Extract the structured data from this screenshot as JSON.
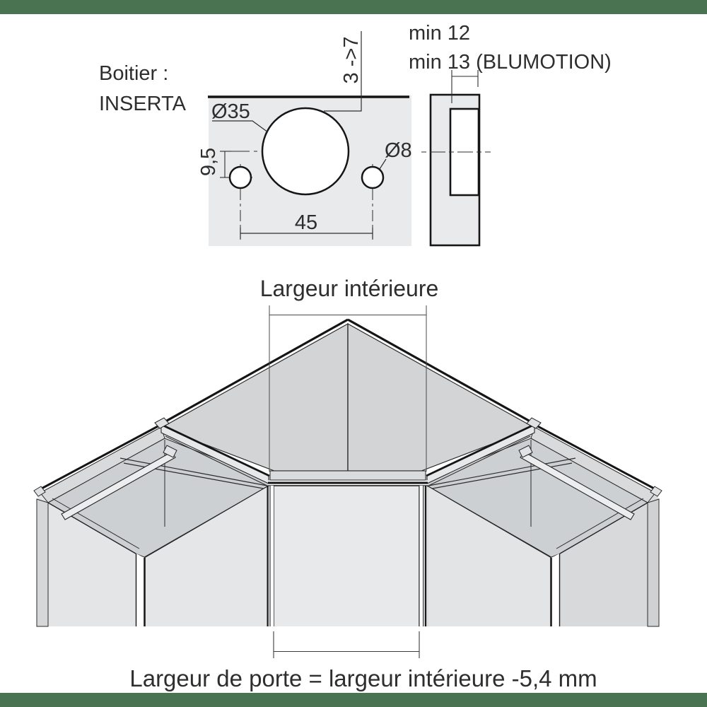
{
  "page": {
    "accent_bar_color": "#4a7351"
  },
  "drilling_diagram": {
    "housing_line1": "Boitier :",
    "housing_line2": "INSERTA",
    "min_depth_line1": "min 12",
    "min_depth_line2": "min 13 (BLUMOTION)",
    "cup_diameter": "Ø35",
    "dowel_diameter": "Ø8",
    "hole_spacing": "45",
    "cup_distance": "9,5",
    "door_gap_range": "3 ->7"
  },
  "cabinet_diagram": {
    "inner_width_label": "Largeur intérieure",
    "door_width_formula": "Largeur de porte = largeur intérieure -5,4 mm"
  }
}
